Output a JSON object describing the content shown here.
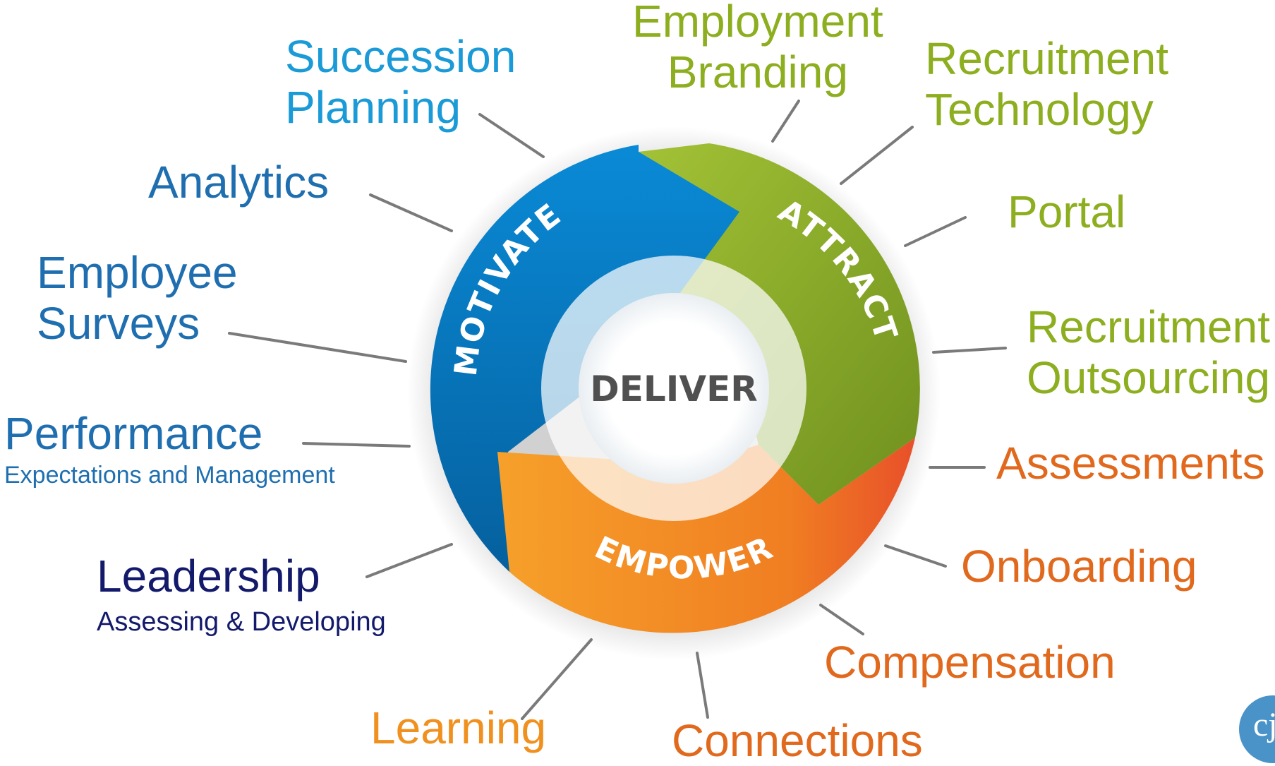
{
  "center": {
    "label": "DELIVER"
  },
  "segments": [
    {
      "label": "MOTIVATE",
      "color": "#0a78c2"
    },
    {
      "label": "ATTRACT",
      "color": "#8eb02b"
    },
    {
      "label": "EMPOWER",
      "color": "#f08a22"
    }
  ],
  "labels": {
    "succession": {
      "line1": "Succession",
      "line2": "Planning"
    },
    "employment_branding": {
      "line1": "Employment",
      "line2": "Branding"
    },
    "recruitment_technology": {
      "line1": "Recruitment",
      "line2": "Technology"
    },
    "analytics": {
      "text": "Analytics"
    },
    "portal": {
      "text": "Portal"
    },
    "employee_surveys": {
      "line1": "Employee",
      "line2": "Surveys"
    },
    "recruitment_outsourcing": {
      "line1": "Recruitment",
      "line2": "Outsourcing"
    },
    "performance": {
      "title": "Performance",
      "subtitle": "Expectations and Management"
    },
    "assessments": {
      "text": "Assessments"
    },
    "onboarding": {
      "text": "Onboarding"
    },
    "leadership": {
      "title": "Leadership",
      "subtitle": "Assessing & Developing"
    },
    "compensation": {
      "text": "Compensation"
    },
    "learning": {
      "text": "Learning"
    },
    "connections": {
      "text": "Connections"
    }
  },
  "logo": {
    "text": "cj"
  },
  "colors": {
    "motivate_blue": "#0a78c2",
    "attract_green": "#8eb02b",
    "empower_orange": "#f08a22",
    "label_blue_light": "#1a9ad6",
    "label_blue": "#1f6fb0",
    "label_navy": "#131a6b",
    "label_green": "#8cae1f",
    "label_orange": "#e1691d",
    "connector_gray": "#7a7a7a"
  }
}
